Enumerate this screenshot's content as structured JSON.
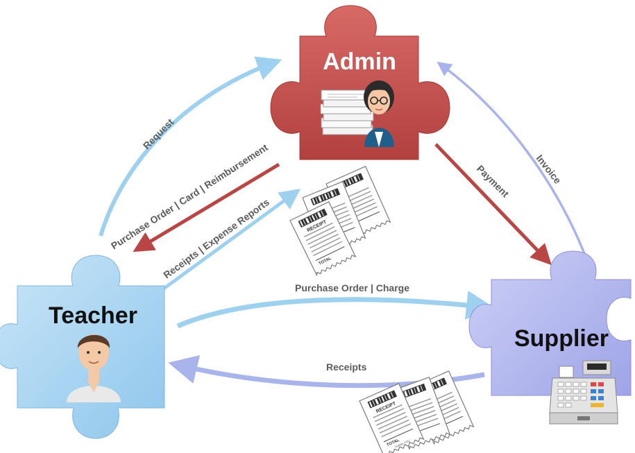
{
  "nodes": {
    "admin": {
      "label": "Admin",
      "color": "#c8514f",
      "icon": "woman-with-paper-stack-icon"
    },
    "teacher": {
      "label": "Teacher",
      "color": "#aed6f1",
      "icon": "man-avatar-icon"
    },
    "supplier": {
      "label": "Supplier",
      "color": "#b4b8ef",
      "icon": "cash-register-icon"
    }
  },
  "edges": {
    "request": {
      "label": "Request",
      "color": "#9ed0f0"
    },
    "purchase_order_card": {
      "label": "Purchase Order | Card | Reimbursement",
      "color": "#b94645"
    },
    "receipts_expense": {
      "label": "Receipts | Expense Reports",
      "color": "#9ed0f0"
    },
    "payment": {
      "label": "Payment",
      "color": "#b94645"
    },
    "invoice": {
      "label": "Invoice",
      "color": "#a9b3ec"
    },
    "purchase_order_charge": {
      "label": "Purchase Order | Charge",
      "color": "#9ed0f0"
    },
    "receipts": {
      "label": "Receipts",
      "color": "#a9b3ec"
    }
  },
  "receipt": {
    "header": "RECEIPT",
    "total": "TOTAL",
    "thanks": "THANK YOU"
  }
}
